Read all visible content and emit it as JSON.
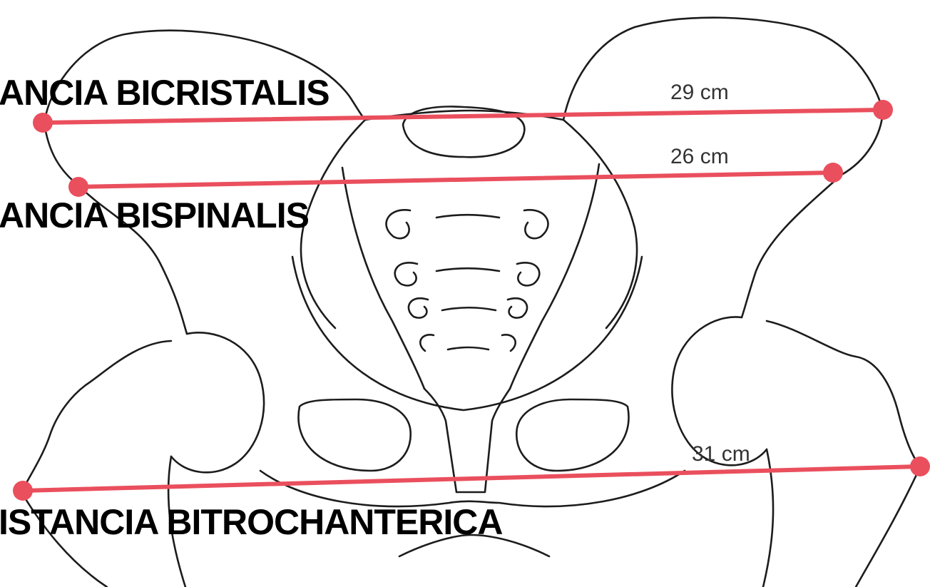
{
  "measurements": [
    {
      "id": "bicristalis",
      "label": "ANCIA BICRISTALIS",
      "value": "29 cm"
    },
    {
      "id": "bispinalis",
      "label": "ANCIA BISPINALIS",
      "value": "26 cm"
    },
    {
      "id": "bitrochanterica",
      "label": "ISTANCIA BITROCHANTERICA",
      "value": "31 cm"
    }
  ],
  "colors": {
    "line": "#ea4f5d",
    "outline": "#1c1c1c",
    "label": "#000000",
    "value": "#333333"
  }
}
